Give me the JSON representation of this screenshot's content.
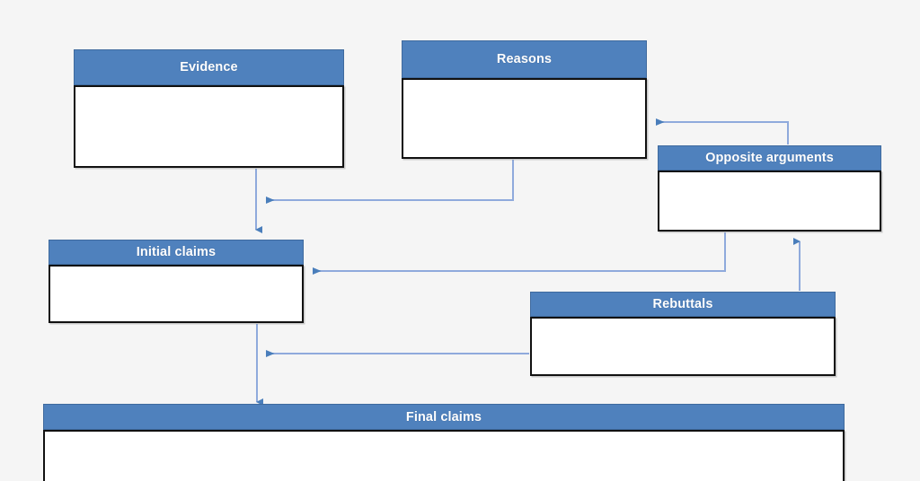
{
  "diagram": {
    "title_text": "",
    "background_color": "#F5F5F5",
    "header_color": "#4F81BD",
    "header_text_color": "#FFFFFF",
    "body_color": "#FFFFFF",
    "body_border_color": "#111111",
    "connector_color": "#8FAADC",
    "nodes": [
      {
        "id": "evidence",
        "label": "Evidence",
        "body_text": ""
      },
      {
        "id": "reasons",
        "label": "Reasons",
        "body_text": ""
      },
      {
        "id": "opposite-arguments",
        "label": "Opposite arguments",
        "body_text": ""
      },
      {
        "id": "initial-claims",
        "label": "Initial claims",
        "body_text": ""
      },
      {
        "id": "rebuttals",
        "label": "Rebuttals",
        "body_text": ""
      },
      {
        "id": "final-claims",
        "label": "Final claims",
        "body_text": ""
      }
    ],
    "connectors": [
      {
        "id": "evidence-to-initial-claims",
        "from": "evidence",
        "to": "initial-claims",
        "arrow": "down"
      },
      {
        "id": "reasons-to-initial-claims",
        "from": "reasons",
        "to": "initial-claims",
        "arrow": "left"
      },
      {
        "id": "opposite-arguments-to-reasons",
        "from": "opposite-arguments",
        "to": "reasons",
        "arrow": "left"
      },
      {
        "id": "opposite-arguments-to-initial-claims",
        "from": "opposite-arguments",
        "to": "initial-claims",
        "arrow": "left"
      },
      {
        "id": "rebuttals-to-initial-claims",
        "from": "rebuttals",
        "to": "initial-claims",
        "arrow": "left"
      },
      {
        "id": "rebuttals-to-opposite-arguments",
        "from": "rebuttals",
        "to": "opposite-arguments",
        "arrow": "up"
      },
      {
        "id": "initial-claims-to-final-claims",
        "from": "initial-claims",
        "to": "final-claims",
        "arrow": "down"
      }
    ]
  }
}
